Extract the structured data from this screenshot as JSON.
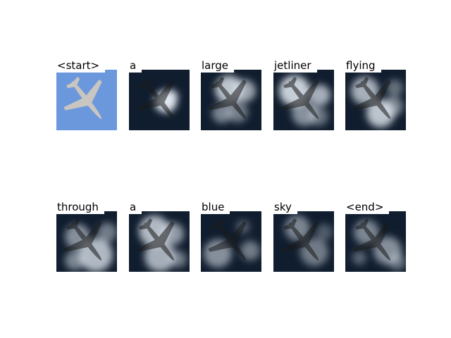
{
  "figure": {
    "words": [
      {
        "word": "<start>",
        "kind": "original"
      },
      {
        "word": "a",
        "kind": "attention"
      },
      {
        "word": "large",
        "kind": "attention"
      },
      {
        "word": "jetliner",
        "kind": "attention"
      },
      {
        "word": "flying",
        "kind": "attention"
      },
      {
        "word": "through",
        "kind": "attention"
      },
      {
        "word": "a",
        "kind": "attention"
      },
      {
        "word": "blue",
        "kind": "attention"
      },
      {
        "word": "sky",
        "kind": "attention"
      },
      {
        "word": "<end>",
        "kind": "attention"
      }
    ],
    "colors": {
      "sky": "#6b98dc",
      "dark_sky": "#101d2e",
      "attention_glow": "#e6edf5",
      "plane": "#c9c5c0"
    }
  }
}
